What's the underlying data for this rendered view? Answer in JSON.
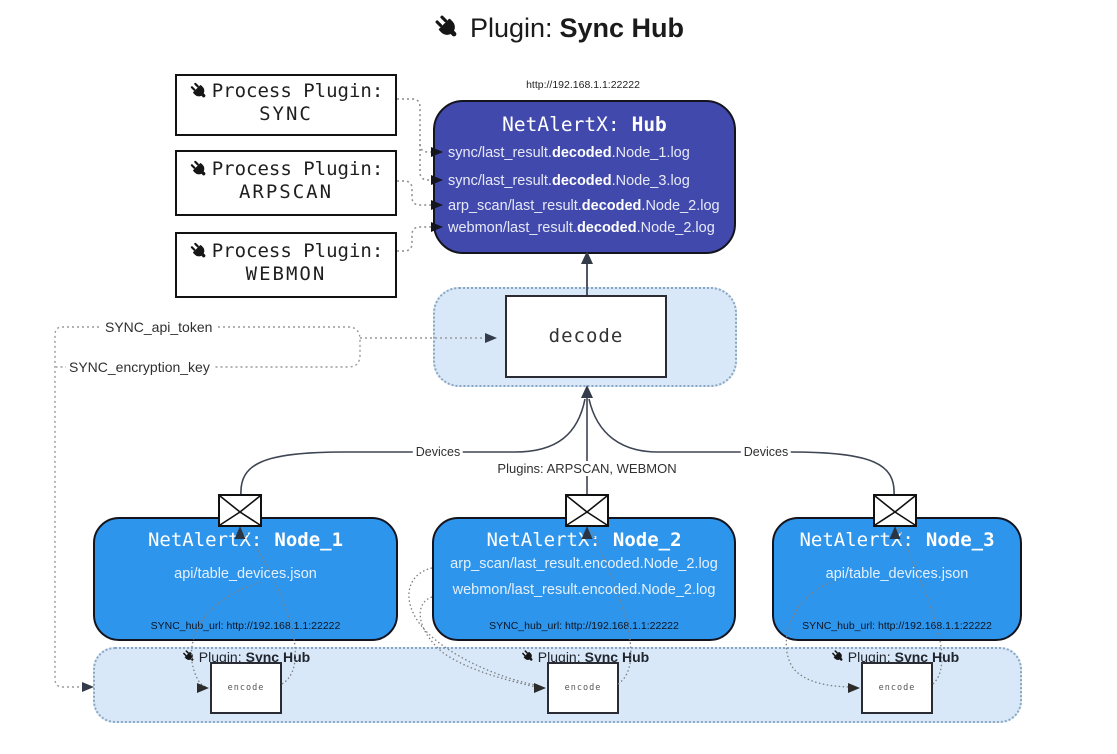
{
  "title": {
    "prefix": "Plugin:",
    "name": "Sync Hub"
  },
  "process_plugins": [
    {
      "label": "Process Plugin:",
      "name": "SYNC"
    },
    {
      "label": "Process Plugin:",
      "name": "ARPSCAN"
    },
    {
      "label": "Process Plugin:",
      "name": "WEBMON"
    }
  ],
  "hub": {
    "url": "http://192.168.1.1:22222",
    "name_prefix": "NetAlertX:",
    "name": "Hub",
    "logs": [
      {
        "pre": "sync/last_result.",
        "bold": "decoded",
        "post": ".Node_1.log"
      },
      {
        "pre": "sync/last_result.",
        "bold": "decoded",
        "post": ".Node_3.log"
      },
      {
        "pre": "arp_scan/last_result.",
        "bold": "decoded",
        "post": ".Node_2.log"
      },
      {
        "pre": "webmon/last_result.",
        "bold": "decoded",
        "post": ".Node_2.log"
      }
    ]
  },
  "decode": {
    "label": "decode"
  },
  "settings": {
    "api_token": "SYNC_api_token",
    "encryption_key": "SYNC_encryption_key"
  },
  "edge_labels": {
    "devices_left": "Devices",
    "plugins_center": "Plugins: ARPSCAN, WEBMON",
    "devices_right": "Devices"
  },
  "nodes": [
    {
      "name_prefix": "NetAlertX:",
      "name": "Node_1",
      "files": [
        "api/table_devices.json"
      ],
      "hub_url": "SYNC_hub_url: http://192.168.1.1:22222"
    },
    {
      "name_prefix": "NetAlertX:",
      "name": "Node_2",
      "files": [
        "arp_scan/last_result.encoded.Node_2.log",
        "webmon/last_result.encoded.Node_2.log"
      ],
      "hub_url": "SYNC_hub_url: http://192.168.1.1:22222"
    },
    {
      "name_prefix": "NetAlertX:",
      "name": "Node_3",
      "files": [
        "api/table_devices.json"
      ],
      "hub_url": "SYNC_hub_url: http://192.168.1.1:22222"
    }
  ],
  "encoders": [
    {
      "plugin_prefix": "Plugin:",
      "plugin_name": "Sync Hub",
      "label": "encode"
    },
    {
      "plugin_prefix": "Plugin:",
      "plugin_name": "Sync Hub",
      "label": "encode"
    },
    {
      "plugin_prefix": "Plugin:",
      "plugin_name": "Sync Hub",
      "label": "encode"
    }
  ],
  "colors": {
    "hub_fill": "#4149ac",
    "node_fill": "#2e95ec",
    "panel_fill": "#d8e8f8",
    "panel_border": "#8aa6c2",
    "line_dark": "#3e4553",
    "line_dotted": "#8c8c8c"
  }
}
